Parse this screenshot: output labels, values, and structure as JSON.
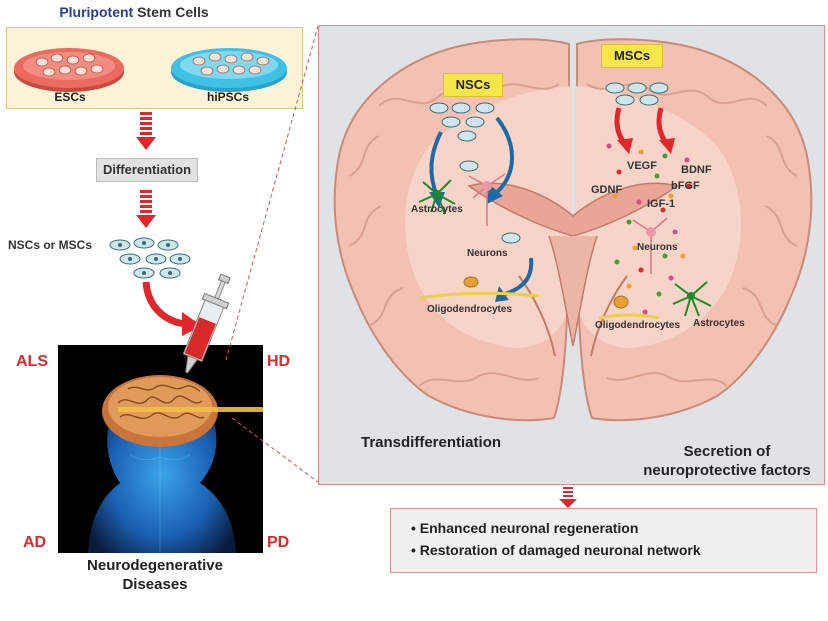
{
  "title": {
    "highlight": "Pluripotent",
    "rest": "Stem Cells"
  },
  "dishes": {
    "left_label": "ESCs",
    "right_label": "hiPSCs"
  },
  "differentiation_label": "Differentiation",
  "transplant_cells_label": "NSCs or MSCs",
  "diseases": {
    "top_left": "ALS",
    "top_right": "HD",
    "bottom_left": "AD",
    "bottom_right": "PD"
  },
  "brain_caption": {
    "line1": "Neurodegenerative",
    "line2": "Diseases"
  },
  "panel": {
    "nsc_label": "NSCs",
    "msc_label": "MSCs",
    "left_cells": {
      "astrocytes": "Astrocytes",
      "neurons": "Neurons",
      "oligodendrocytes": "Oligodendrocytes"
    },
    "right_cells": {
      "neurons": "Neurons",
      "oligodendrocytes": "Oligodendrocytes",
      "astrocytes": "Astrocytes"
    },
    "factors": {
      "vegf": "VEGF",
      "bdnf": "BDNF",
      "gdnf": "GDNF",
      "bfgf": "bFGF",
      "igf1": "IGF-1"
    },
    "mechanism_left": "Transdifferentiation",
    "mechanism_right": {
      "line1": "Secretion of",
      "line2": "neuroprotective factors"
    }
  },
  "outcomes": [
    "Enhanced neuronal regeneration",
    "Restoration of damaged neuronal network"
  ],
  "colors": {
    "red_arrow": "#e3262c",
    "blue_arrow": "#1f6aa5",
    "brain_pink": "#f2c1b3",
    "panel_bg": "#dfe3e6",
    "dish_red": "#ec6b60",
    "dish_blue": "#3fc1e6",
    "label_yellow": "#f7e64a"
  }
}
